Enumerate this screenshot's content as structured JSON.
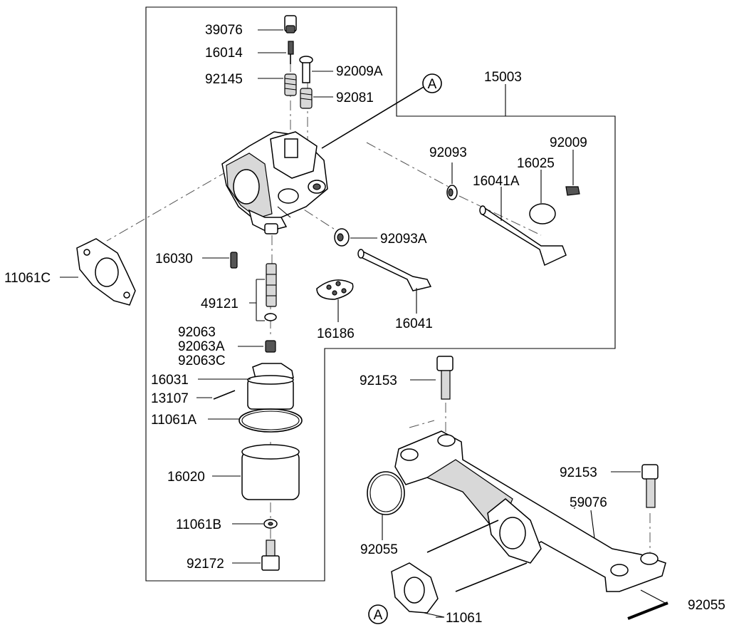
{
  "diagram": {
    "callout_letter": "A",
    "parts": {
      "p39076": "39076",
      "p16014": "16014",
      "p92145": "92145",
      "p92009A": "92009A",
      "p92081": "92081",
      "p15003": "15003",
      "p92093": "92093",
      "p92009": "92009",
      "p16025": "16025",
      "p16041A": "16041A",
      "p11061C": "11061C",
      "p16030": "16030",
      "p92093A": "92093A",
      "p49121": "49121",
      "p16186": "16186",
      "p16041": "16041",
      "p92063": "92063",
      "p92063A": "92063A",
      "p92063C": "92063C",
      "p16031": "16031",
      "p13107": "13107",
      "p11061A": "11061A",
      "p92153a": "92153",
      "p16020": "16020",
      "p92153b": "92153",
      "p59076": "59076",
      "p11061B": "11061B",
      "p92055a": "92055",
      "p92172": "92172",
      "p11061": "11061",
      "p92055b": "92055"
    }
  }
}
